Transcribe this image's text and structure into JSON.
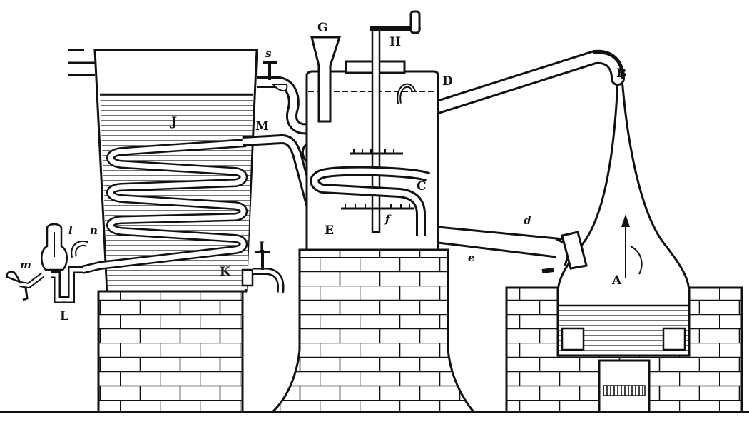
{
  "colors": {
    "ink": "#111111",
    "paper": "#ffffff"
  },
  "labels": {
    "A": "A",
    "B": "B",
    "C": "C",
    "D": "D",
    "E": "E",
    "G": "G",
    "H": "H",
    "I": "I",
    "J": "J",
    "K": "K",
    "L": "L",
    "M": "M",
    "d": "d",
    "e": "e",
    "f": "f",
    "l": "l",
    "m": "m",
    "n": "n",
    "s": "s"
  }
}
